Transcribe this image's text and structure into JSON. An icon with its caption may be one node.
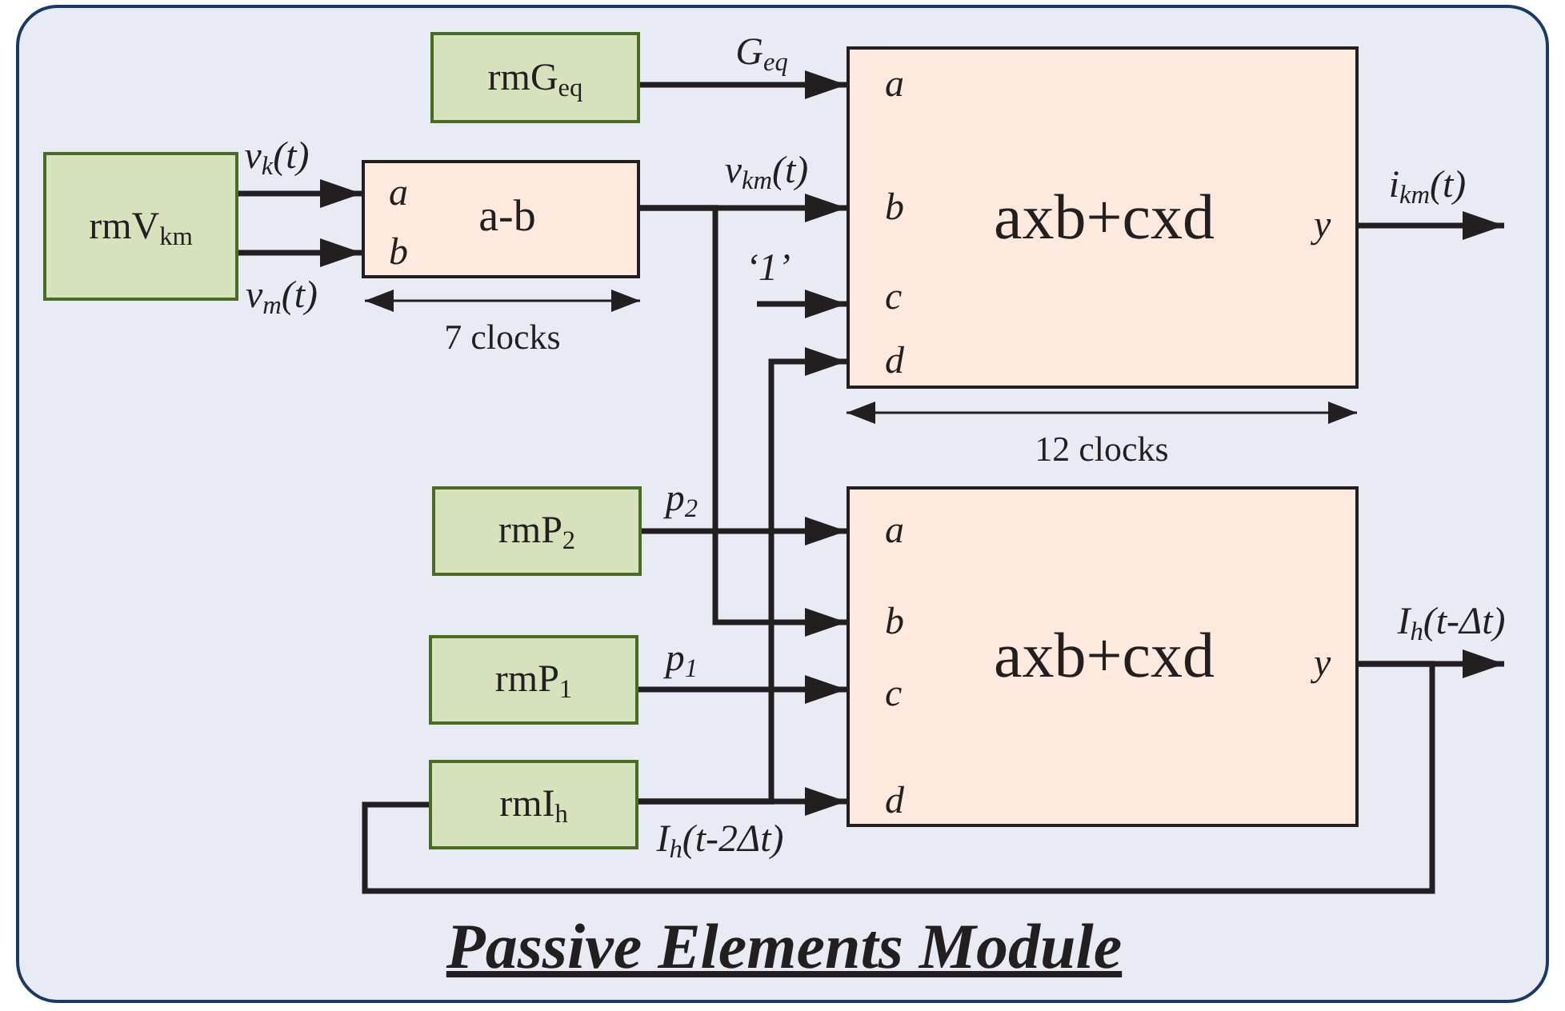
{
  "diagram": {
    "nodes": [
      {
        "text": [
          "Passive Elements Module"
        ]
      },
      {
        "text": [
          "rmG$_{eq}$"
        ],
        "in": 0
      },
      {
        "text": [
          "rmV$_{km}$"
        ],
        "in": 0
      },
      {
        "text": [
          "a",
          "b",
          "a-b"
        ],
        "in": 0
      },
      {
        "text": [
          "a",
          "b",
          "c",
          "d",
          "axb+cxd",
          "y"
        ],
        "in": 0
      },
      {
        "text": [
          "rmP$_{2}$"
        ],
        "in": 0
      },
      {
        "text": [
          "rmP$_{1}$"
        ],
        "in": 0
      },
      {
        "text": [
          "rmI$_{h}$"
        ],
        "in": 0
      },
      {
        "text": [
          "a",
          "b",
          "c",
          "d",
          "axb+cxd",
          "y"
        ],
        "in": 0
      }
    ],
    "edges": [
      {
        "from": 1,
        "to": 4,
        "arrow": "to",
        "label": "G$_{eq}$"
      },
      {
        "from": 2,
        "to": 3,
        "arrow": "to",
        "label": "v$_{k}$(t)"
      },
      {
        "from": 2,
        "to": 3,
        "arrow": "to",
        "label": "v$_{m}$(t)"
      },
      {
        "from": 3,
        "to": 4,
        "arrow": "to",
        "label": "v$_{km}$(t)"
      },
      {
        "from": 3,
        "to": 8,
        "arrow": "to"
      },
      {
        "from": null,
        "to": 4,
        "arrow": "to",
        "label": "‘1’"
      },
      {
        "from": 7,
        "to": 4,
        "arrow": "to"
      },
      {
        "from": 4,
        "to": null,
        "arrow": "to",
        "label": "i$_{km}$(t)"
      },
      {
        "from": 5,
        "to": 8,
        "arrow": "to",
        "label": "p$_{2}$"
      },
      {
        "from": 6,
        "to": 8,
        "arrow": "to",
        "label": "p$_{1}$"
      },
      {
        "from": 7,
        "to": 8,
        "arrow": "to",
        "label": "I$_{h}$(t-2Δt)"
      },
      {
        "from": 8,
        "to": null,
        "arrow": "to",
        "label": "I$_{h}$(t-Δt)"
      },
      {
        "from": 8,
        "to": 7,
        "arrow": "none"
      }
    ],
    "labels": [
      "7 clocks",
      "12 clocks"
    ]
  }
}
